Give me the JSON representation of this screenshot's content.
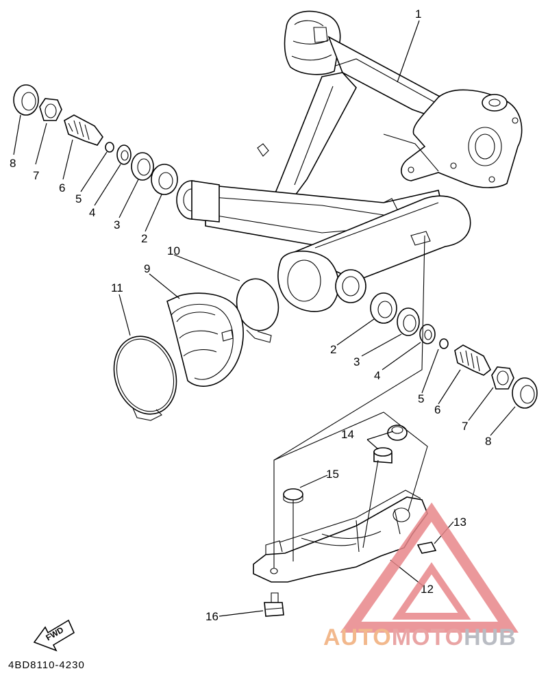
{
  "diagram": {
    "callouts": [
      {
        "id": "c1",
        "text": "1"
      },
      {
        "id": "c2l",
        "text": "2"
      },
      {
        "id": "c3l",
        "text": "3"
      },
      {
        "id": "c4l",
        "text": "4"
      },
      {
        "id": "c5l",
        "text": "5"
      },
      {
        "id": "c6l",
        "text": "6"
      },
      {
        "id": "c7l",
        "text": "7"
      },
      {
        "id": "c8l",
        "text": "8"
      },
      {
        "id": "c9",
        "text": "9"
      },
      {
        "id": "c10",
        "text": "10"
      },
      {
        "id": "c11",
        "text": "11"
      },
      {
        "id": "c2r",
        "text": "2"
      },
      {
        "id": "c3r",
        "text": "3"
      },
      {
        "id": "c4r",
        "text": "4"
      },
      {
        "id": "c5r",
        "text": "5"
      },
      {
        "id": "c6r",
        "text": "6"
      },
      {
        "id": "c7r",
        "text": "7"
      },
      {
        "id": "c8r",
        "text": "8"
      },
      {
        "id": "c14",
        "text": "14"
      },
      {
        "id": "c15",
        "text": "15"
      },
      {
        "id": "c13",
        "text": "13"
      },
      {
        "id": "c12",
        "text": "12"
      },
      {
        "id": "c16",
        "text": "16"
      }
    ],
    "fwd_label": "FWD",
    "doc_code": "4BD8110-4230"
  },
  "watermark": {
    "part1": "AUTO",
    "part2": "MOTO",
    "part3": "HUB",
    "colors": {
      "auto": "#f2b88c",
      "moto": "#e9a4a4",
      "hub": "#b9bcc3",
      "triangle": "#e8878a"
    }
  }
}
